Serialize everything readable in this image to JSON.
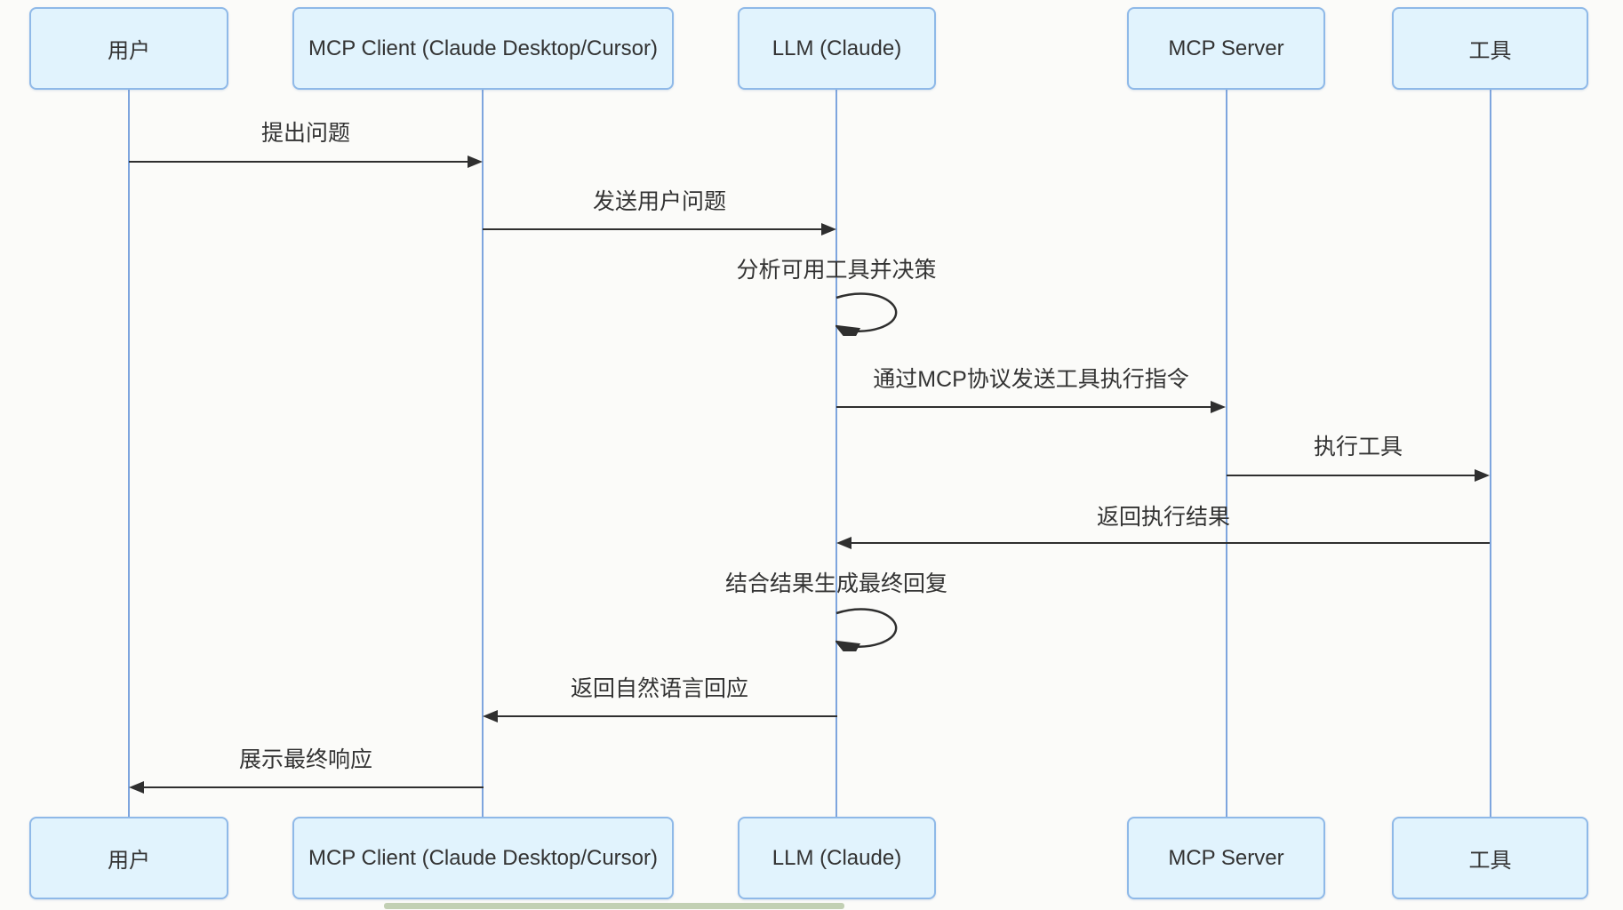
{
  "diagram": {
    "type": "sequence-diagram",
    "participants": [
      {
        "id": "user",
        "label": "用户"
      },
      {
        "id": "mcp-client",
        "label": "MCP Client (Claude Desktop/Cursor)"
      },
      {
        "id": "llm",
        "label": "LLM (Claude)"
      },
      {
        "id": "mcp-server",
        "label": "MCP Server"
      },
      {
        "id": "tool",
        "label": "工具"
      }
    ],
    "messages": [
      {
        "from": "用户",
        "to": "MCP Client (Claude Desktop/Cursor)",
        "label": "提出问题",
        "kind": "arrow-right"
      },
      {
        "from": "MCP Client (Claude Desktop/Cursor)",
        "to": "LLM (Claude)",
        "label": "发送用户问题",
        "kind": "arrow-right"
      },
      {
        "from": "LLM (Claude)",
        "to": "LLM (Claude)",
        "label": "分析可用工具并决策",
        "kind": "self-loop"
      },
      {
        "from": "LLM (Claude)",
        "to": "MCP Server",
        "label": "通过MCP协议发送工具执行指令",
        "kind": "arrow-right"
      },
      {
        "from": "MCP Server",
        "to": "工具",
        "label": "执行工具",
        "kind": "arrow-right"
      },
      {
        "from": "工具",
        "to": "LLM (Claude)",
        "label": "返回执行结果",
        "kind": "arrow-left"
      },
      {
        "from": "LLM (Claude)",
        "to": "LLM (Claude)",
        "label": "结合结果生成最终回复",
        "kind": "self-loop"
      },
      {
        "from": "LLM (Claude)",
        "to": "MCP Client (Claude Desktop/Cursor)",
        "label": "返回自然语言回应",
        "kind": "arrow-left"
      },
      {
        "from": "MCP Client (Claude Desktop/Cursor)",
        "to": "用户",
        "label": "展示最终响应",
        "kind": "arrow-left"
      }
    ],
    "colors": {
      "participant_fill": "#e1f3fd",
      "participant_border": "#8fb9e8",
      "lifeline": "#7ea5de",
      "arrow": "#2f2f2f",
      "text": "#333333",
      "background": "#fbfbf9",
      "progress_strip": "#7c9b5f"
    }
  }
}
